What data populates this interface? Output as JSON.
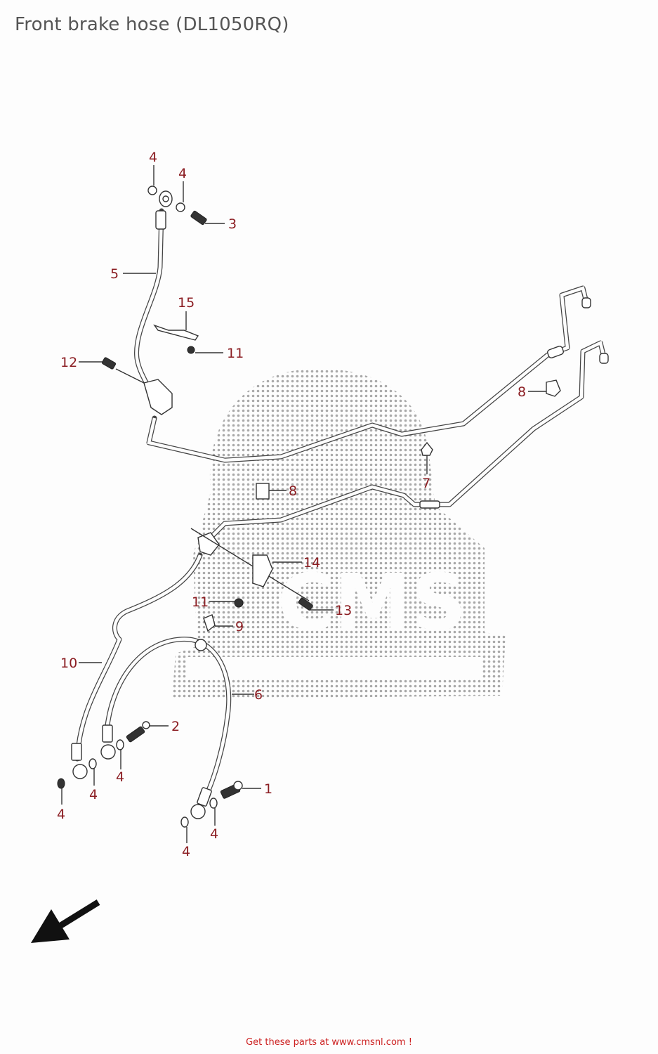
{
  "title": "Front brake hose (DL1050RQ)",
  "footer": "Get these parts at www.cmsnl.com  !",
  "colors": {
    "title": "#555555",
    "callout": "#8b1d22",
    "footer": "#cc2020",
    "line": "#333333",
    "watermark": "#9a9a9a"
  },
  "watermark": "CMS",
  "direction_arrow": "front-direction-arrow",
  "callouts": [
    {
      "label": "4",
      "part": "washer"
    },
    {
      "label": "4",
      "part": "washer"
    },
    {
      "label": "3",
      "part": "union bolt"
    },
    {
      "label": "5",
      "part": "brake hose"
    },
    {
      "label": "15",
      "part": "clamp"
    },
    {
      "label": "11",
      "part": "bolt"
    },
    {
      "label": "12",
      "part": "bolt"
    },
    {
      "label": "8",
      "part": "grommet"
    },
    {
      "label": "7",
      "part": "clamp"
    },
    {
      "label": "8",
      "part": "grommet"
    },
    {
      "label": "14",
      "part": "bracket"
    },
    {
      "label": "11",
      "part": "bolt"
    },
    {
      "label": "13",
      "part": "bolt"
    },
    {
      "label": "9",
      "part": "clamp"
    },
    {
      "label": "10",
      "part": "brake hose"
    },
    {
      "label": "6",
      "part": "brake hose"
    },
    {
      "label": "2",
      "part": "union bolt"
    },
    {
      "label": "4",
      "part": "washer"
    },
    {
      "label": "4",
      "part": "washer"
    },
    {
      "label": "4",
      "part": "washer"
    },
    {
      "label": "1",
      "part": "union bolt"
    },
    {
      "label": "4",
      "part": "washer"
    },
    {
      "label": "4",
      "part": "washer"
    }
  ]
}
